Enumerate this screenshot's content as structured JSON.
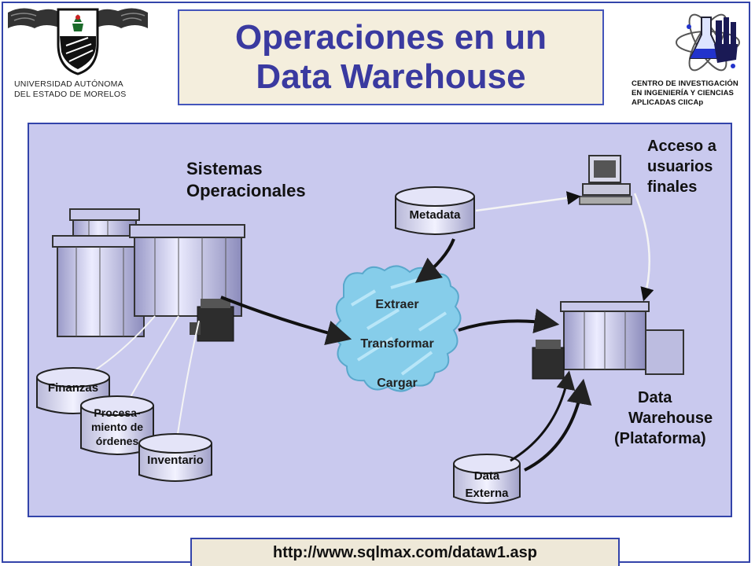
{
  "header": {
    "title_line1": "Operaciones en un",
    "title_line2": "Data Warehouse",
    "university_line1": "UNIVERSIDAD  AUTÓNOMA",
    "university_line2": "DEL ESTADO DE MORELOS",
    "center_line1": "CENTRO DE INVESTIGACIÓN",
    "center_line2": "EN INGENIERÍA Y CIENCIAS",
    "center_line3": "APLICADAS CIICAp"
  },
  "diagram": {
    "sistemas_line1": "Sistemas",
    "sistemas_line2": "Operacionales",
    "metadata": "Metadata",
    "acceso_line1": "Acceso a",
    "acceso_line2": "usuarios",
    "acceso_line3": "finales",
    "extraer": "Extraer",
    "transformar": "Transformar",
    "cargar": "Cargar",
    "finanzas": "Finanzas",
    "procesamiento_line1": "Procesa-",
    "procesamiento_line2": "miento de",
    "procesamiento_line3": "órdenes",
    "inventario": "Inventario",
    "dw_line1": "Data",
    "dw_line2": "Warehouse",
    "dw_line3": "(Plataforma)",
    "externa_line1": "Data",
    "externa_line2": "Externa"
  },
  "footer": {
    "url": "http://www.sqlmax.com/dataw1.asp"
  },
  "colors": {
    "title": "#3a3aa0",
    "diagram_bg": "#c9c9ee",
    "frame_border": "#3344aa",
    "cloud": "#7ec8e8"
  }
}
